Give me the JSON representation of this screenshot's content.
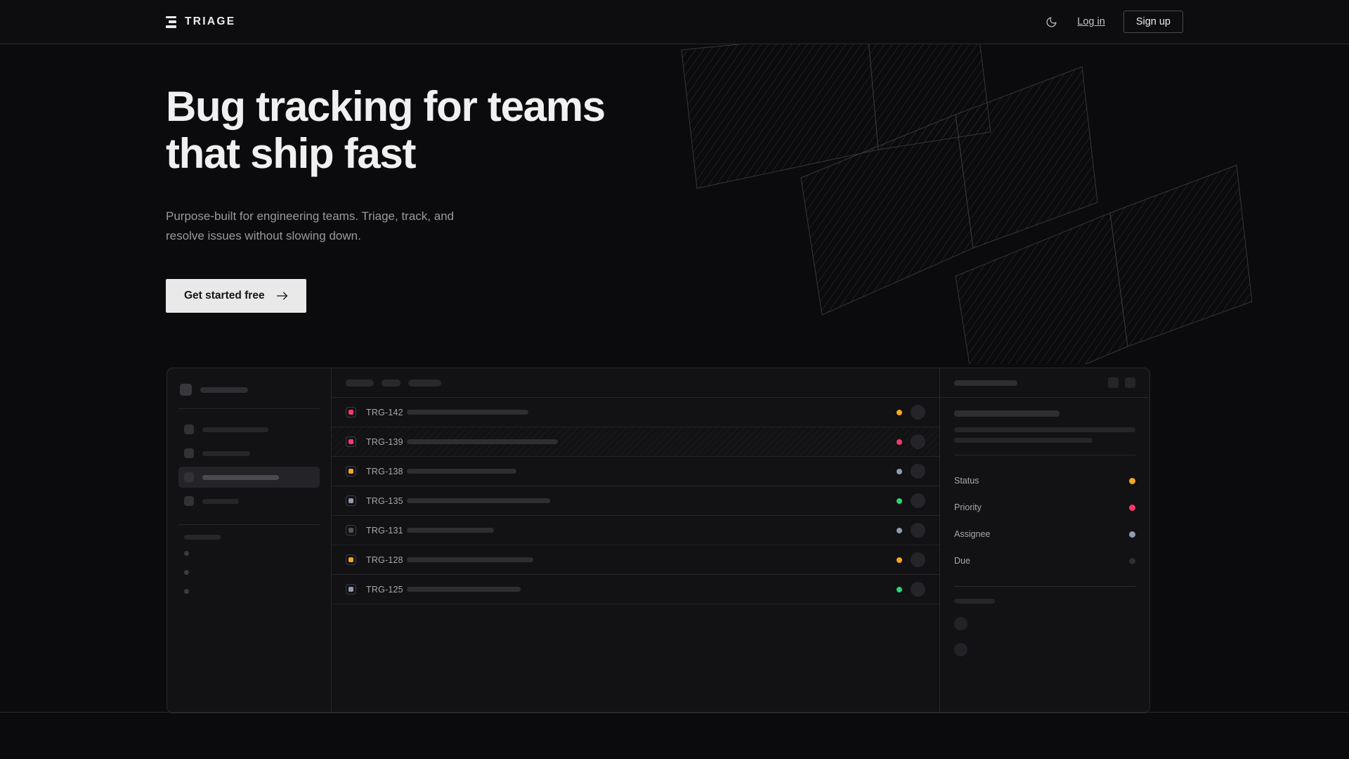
{
  "header": {
    "brand": "TRIAGE",
    "logo_icon": "triage-bars-icon",
    "theme_toggle_icon": "moon-icon",
    "login_label": "Log in",
    "signup_label": "Sign up"
  },
  "hero": {
    "title": "Bug tracking for teams\nthat ship fast",
    "subtitle": "Purpose-built for engineering teams. Triage, track, and\nresolve issues without slowing down.",
    "cta_label": "Get started free",
    "cta_icon": "arrow-right-icon"
  },
  "colors": {
    "page_bg": "#0b0b0d",
    "panel_bg": "#121214",
    "border": "#29292c",
    "accent_orange": "#f5a623",
    "accent_pink": "#f4396c",
    "accent_green": "#2fd46f",
    "accent_slate": "#8e9bb0",
    "accent_muted": "#3a3a40",
    "cta_bg": "#e9e9ea",
    "text_primary": "#f0f0f1",
    "text_muted": "#9a9a9e"
  },
  "mockup": {
    "sidebar": {
      "nav_items": [
        {
          "width": 94,
          "active": false
        },
        {
          "width": 68,
          "active": false
        },
        {
          "width": 109,
          "active": true
        },
        {
          "width": 52,
          "active": false
        }
      ],
      "section_label_width": 52,
      "mini_items": 3
    },
    "list": {
      "filter_chips": [
        40,
        27,
        47
      ],
      "columns": [
        "priority",
        "key",
        "title",
        "status",
        "assignee"
      ],
      "rows": [
        {
          "key": "TRG-142",
          "priority_color": "#f4396c",
          "status_color": "#f5a623",
          "title_width": 173,
          "selected": false
        },
        {
          "key": "TRG-139",
          "priority_color": "#f4396c",
          "status_color": "#f4396c",
          "title_width": 215,
          "selected": true
        },
        {
          "key": "TRG-138",
          "priority_color": "#f5a623",
          "status_color": "#8e9bb0",
          "title_width": 156,
          "selected": false
        },
        {
          "key": "TRG-135",
          "priority_color": "#8e9bb0",
          "status_color": "#2fd46f",
          "title_width": 204,
          "selected": false
        },
        {
          "key": "TRG-131",
          "priority_color": "#53535a",
          "status_color": "#8e9bb0",
          "title_width": 124,
          "selected": false
        },
        {
          "key": "TRG-128",
          "priority_color": "#f5a623",
          "status_color": "#f5a623",
          "title_width": 180,
          "selected": false
        },
        {
          "key": "TRG-125",
          "priority_color": "#8e9bb0",
          "status_color": "#2fd46f",
          "title_width": 162,
          "selected": false
        }
      ]
    },
    "detail": {
      "title_skeleton_width": 90,
      "action_buttons": 2,
      "summary_widths": [
        150,
        258,
        197
      ],
      "meta": [
        {
          "label": "Status",
          "value_color": "#f5a623"
        },
        {
          "label": "Priority",
          "value_color": "#f4396c"
        },
        {
          "label": "Assignee",
          "value_color": "#8e9bb0"
        },
        {
          "label": "Due",
          "value_color": "#2e2e33"
        }
      ],
      "activity_label_width": 58,
      "activity_items": 2
    }
  }
}
